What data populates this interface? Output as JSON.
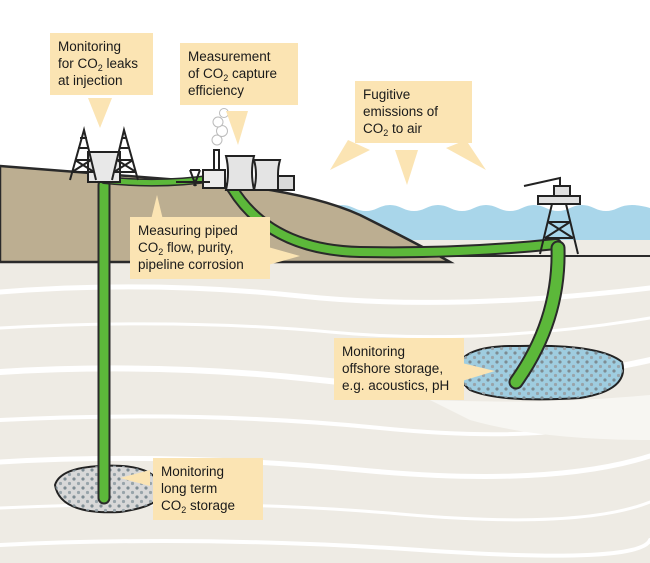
{
  "colors": {
    "callout": "#fbe4b3",
    "pipe": "#5cb83a",
    "ground": "#bcae91",
    "sea": "#a9d6ea",
    "strata": "#eeebe4"
  },
  "callouts": {
    "injection": {
      "lines": [
        "Monitoring",
        "for CO|2| leaks",
        "at injection"
      ]
    },
    "capture": {
      "lines": [
        "Measurement",
        "of CO|2| capture",
        "efficiency"
      ]
    },
    "fugitive": {
      "lines": [
        "Fugitive",
        "emissions of",
        "CO|2| to air"
      ]
    },
    "pipeline": {
      "lines": [
        "Measuring piped",
        "CO|2| flow, purity,",
        "pipeline corrosion"
      ]
    },
    "offshore": {
      "lines": [
        "Monitoring",
        "offshore storage,",
        "e.g. acoustics, pH"
      ]
    },
    "longterm": {
      "lines": [
        "Monitoring",
        "long term",
        "CO|2| storage"
      ]
    }
  }
}
